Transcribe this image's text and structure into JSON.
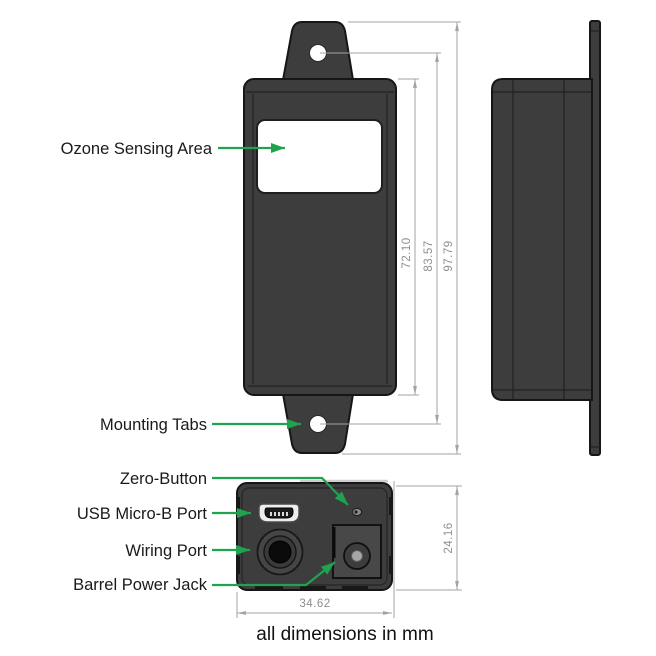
{
  "labels": {
    "ozone_sensing_area": "Ozone Sensing Area",
    "mounting_tabs": "Mounting Tabs",
    "zero_button": "Zero-Button",
    "usb_micro_b_port": "USB Micro-B Port",
    "wiring_port": "Wiring Port",
    "barrel_power_jack": "Barrel Power Jack"
  },
  "dimensions_mm": {
    "enclosure_body_height": "72.10",
    "mounting_hole_spacing": "83.57",
    "overall_height_with_tabs": "97.79",
    "enclosure_width": "34.62",
    "enclosure_depth": "24.16"
  },
  "note": "all dimensions in mm",
  "colors": {
    "enclosure_fill": "#3d3d3d",
    "enclosure_outline": "#161616",
    "annotation_green": "#1fa34f",
    "dimension_line_gray": "#a3a3a3",
    "dimension_text_gray": "#8f8f8f",
    "label_text": "#1a1a1a",
    "sensing_window": "#ffffff",
    "background": "#ffffff"
  }
}
